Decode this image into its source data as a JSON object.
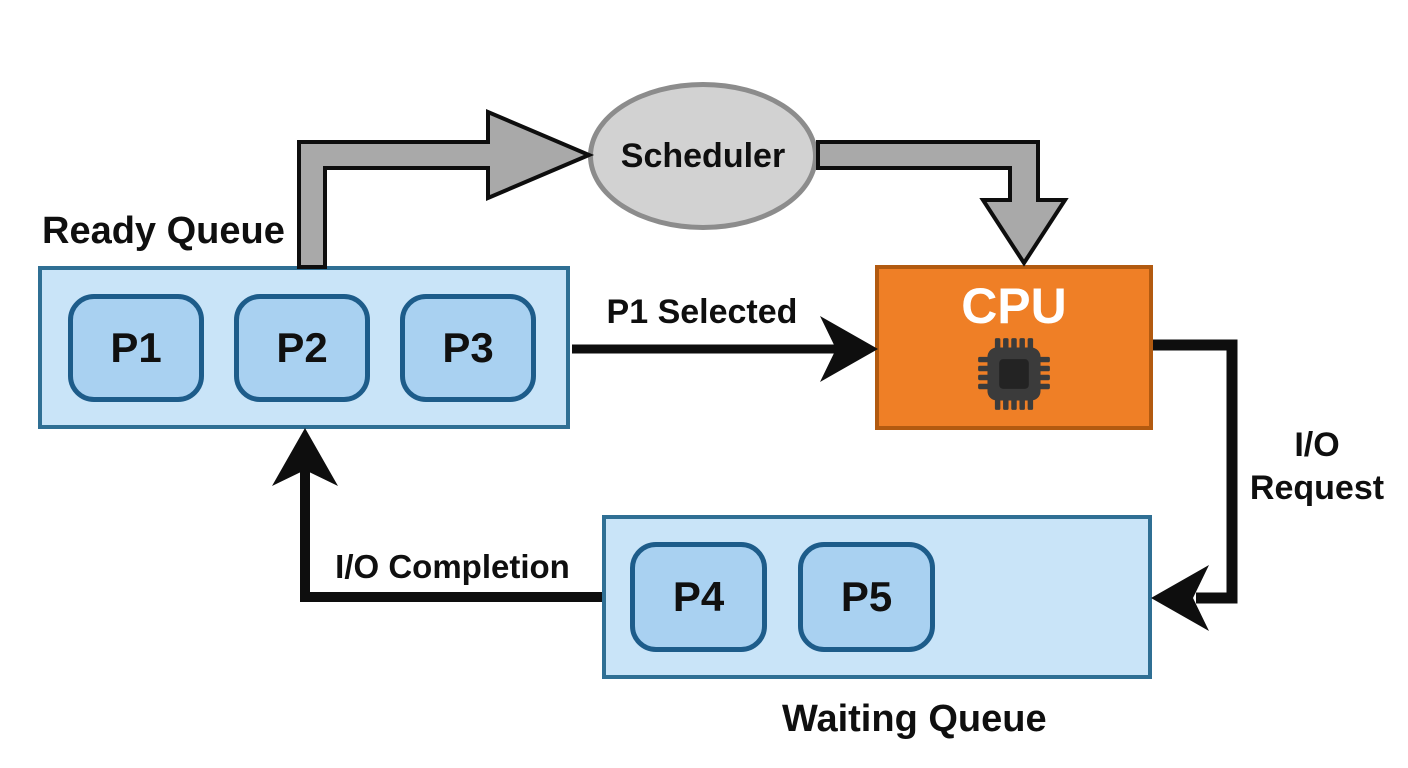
{
  "background_color": "#ffffff",
  "nodes": {
    "ready_queue": {
      "label": "Ready Queue",
      "processes": [
        "P1",
        "P2",
        "P3"
      ],
      "fill": "#c9e4f8",
      "border": "#2f6f94"
    },
    "scheduler": {
      "label": "Scheduler",
      "fill": "#d2d2d2",
      "border": "#8c8c8c"
    },
    "cpu": {
      "label": "CPU",
      "icon": "chip-icon",
      "fill": "#ef7f26",
      "border": "#b25a10",
      "label_color": "#ffffff"
    },
    "waiting_queue": {
      "label": "Waiting Queue",
      "processes": [
        "P4",
        "P5"
      ],
      "fill": "#c9e4f8",
      "border": "#2f6f94"
    }
  },
  "process_chip_style": {
    "fill": "#a9d1f1",
    "border": "#1d5c8a"
  },
  "edges": {
    "ready_to_scheduler": {
      "label": "",
      "fill": "#a9a9a9",
      "outline": "#0e0e0e"
    },
    "scheduler_to_cpu": {
      "label": "",
      "fill": "#a9a9a9",
      "outline": "#0e0e0e"
    },
    "ready_to_cpu": {
      "label": "P1 Selected",
      "color": "#0e0e0e"
    },
    "cpu_to_waiting": {
      "label_line1": "I/O",
      "label_line2": "Request",
      "color": "#0e0e0e"
    },
    "waiting_to_ready": {
      "label": "I/O Completion",
      "color": "#0e0e0e"
    }
  }
}
